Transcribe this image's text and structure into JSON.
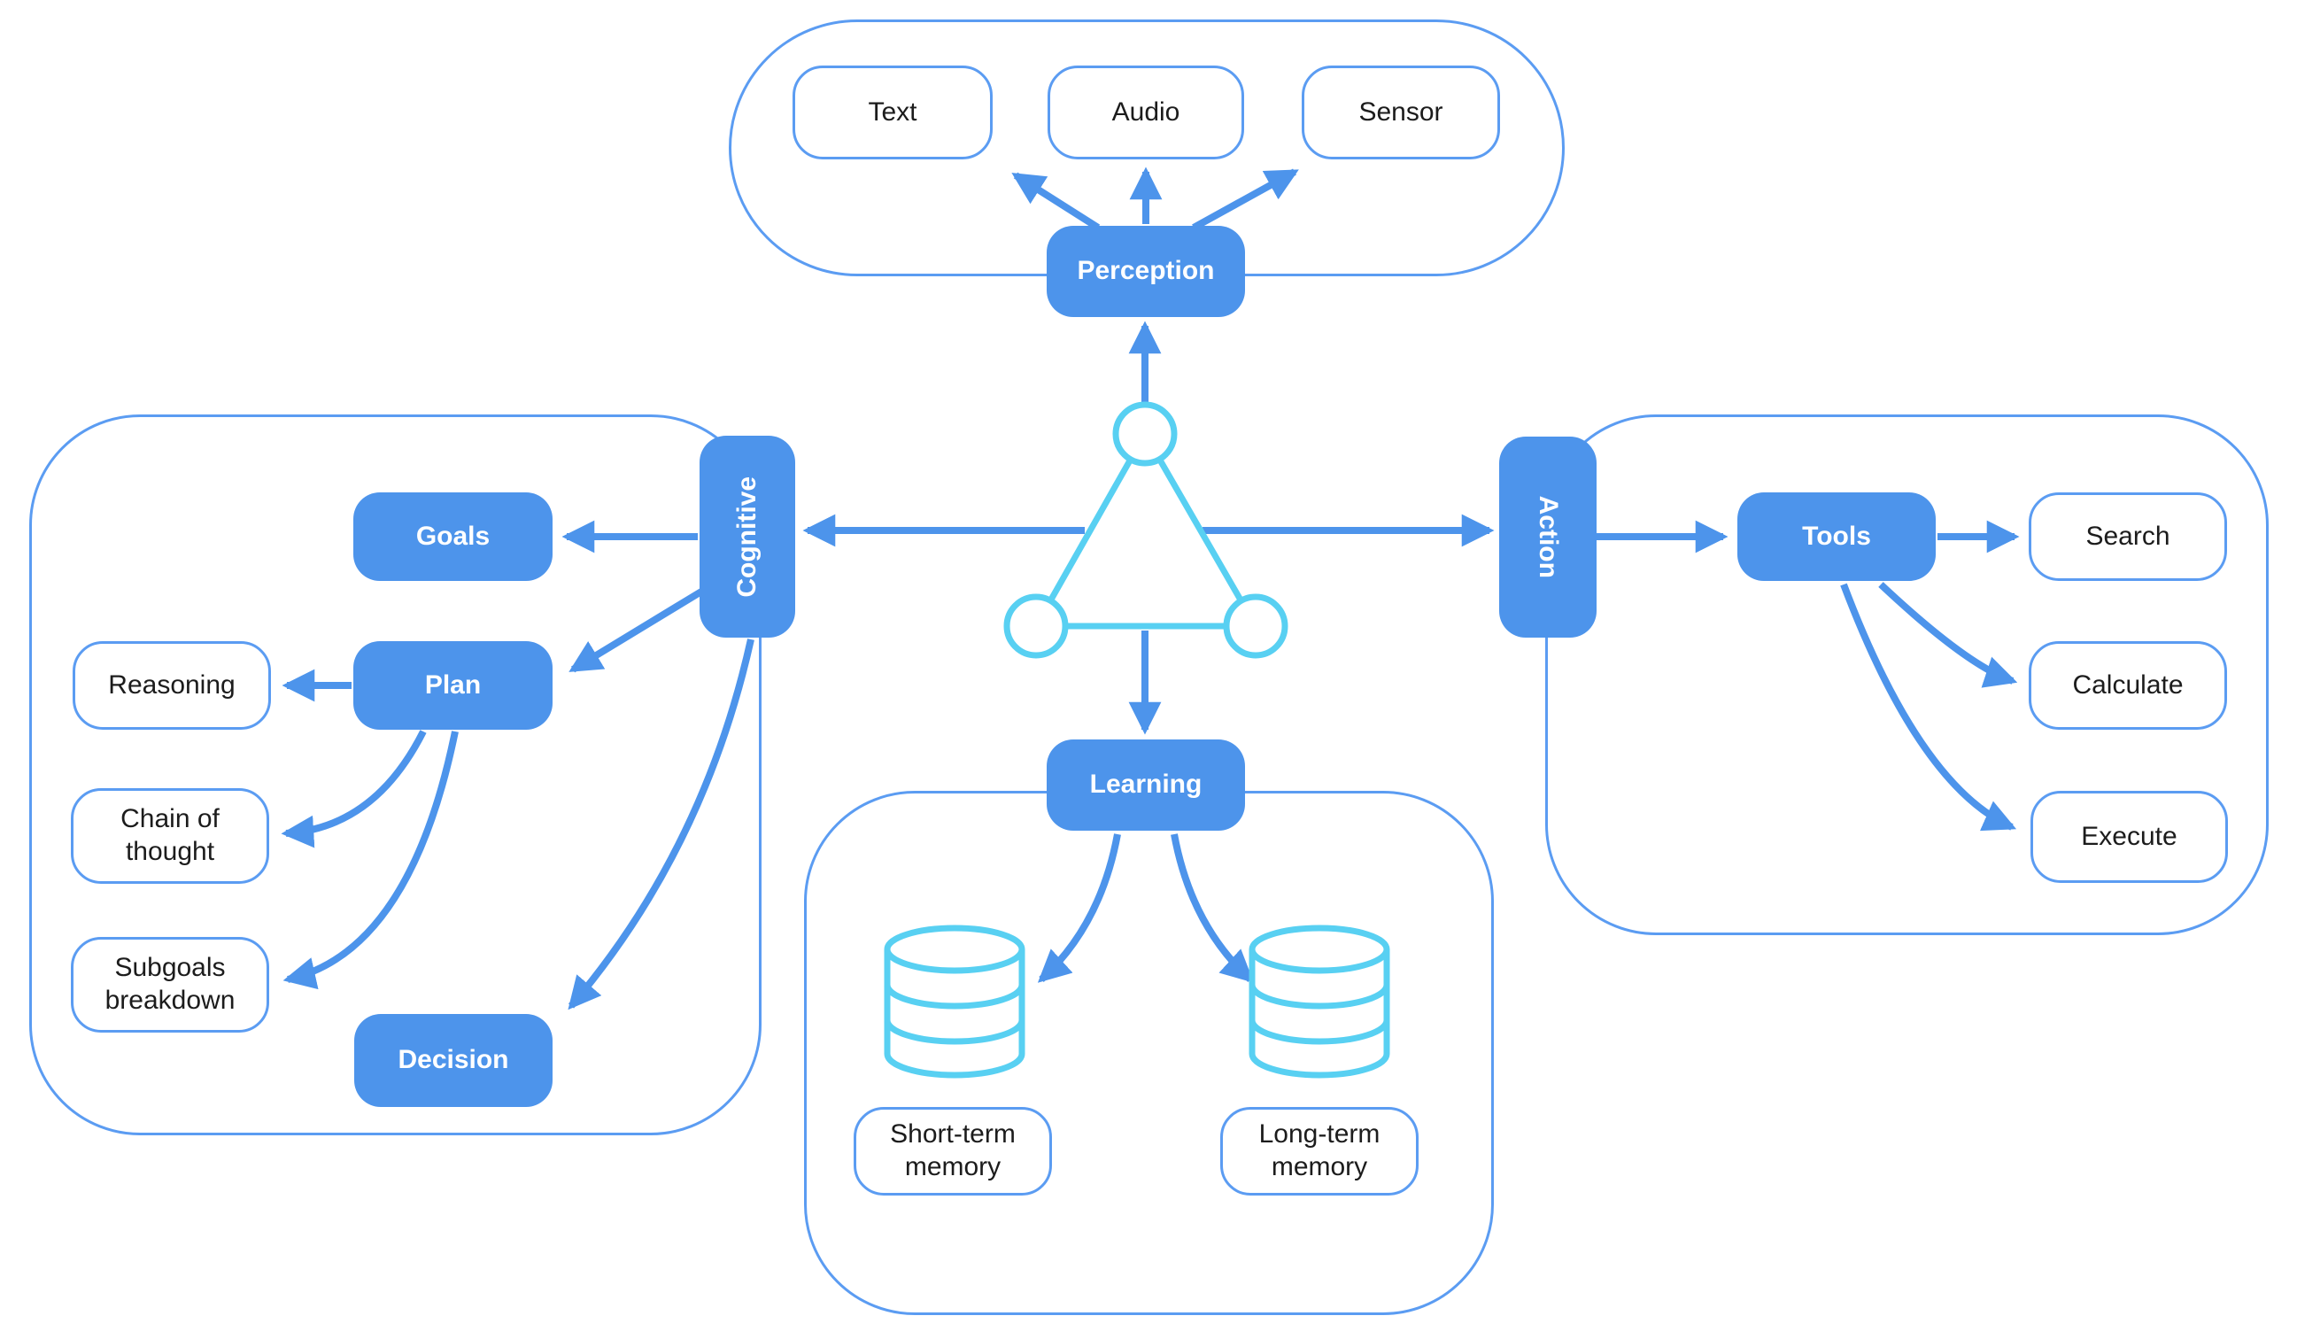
{
  "diagram": {
    "type": "flowchart",
    "colors": {
      "node_fill": "#4d94eb",
      "connector": "#4d94eb",
      "node_border": "#5b9cf2",
      "container_border": "#5b9cf2",
      "accent_cyan": "#58d0f2",
      "text_dark": "#1c1c1c",
      "text_light": "#ffffff",
      "background": "#ffffff"
    },
    "nodes": {
      "perception": "Perception",
      "text": "Text",
      "audio": "Audio",
      "sensor": "Sensor",
      "cognitive": "Cognitive",
      "goals": "Goals",
      "plan": "Plan",
      "reasoning": "Reasoning",
      "chain_of_thought": "Chain of thought",
      "subgoals_breakdown": "Subgoals breakdown",
      "decision": "Decision",
      "action": "Action",
      "tools": "Tools",
      "search": "Search",
      "calculate": "Calculate",
      "execute": "Execute",
      "learning": "Learning",
      "short_term_memory": "Short-term memory",
      "long_term_memory": "Long-term memory"
    },
    "icons": {
      "center": "agent-triangle-network-icon",
      "short_term": "database-cylinder-icon",
      "long_term": "database-cylinder-icon"
    },
    "edges": [
      {
        "from": "agent",
        "to": "perception"
      },
      {
        "from": "agent",
        "to": "cognitive"
      },
      {
        "from": "agent",
        "to": "action"
      },
      {
        "from": "agent",
        "to": "learning"
      },
      {
        "from": "perception",
        "to": "text"
      },
      {
        "from": "perception",
        "to": "audio"
      },
      {
        "from": "perception",
        "to": "sensor"
      },
      {
        "from": "cognitive",
        "to": "goals"
      },
      {
        "from": "cognitive",
        "to": "plan"
      },
      {
        "from": "cognitive",
        "to": "decision"
      },
      {
        "from": "plan",
        "to": "reasoning"
      },
      {
        "from": "plan",
        "to": "chain_of_thought"
      },
      {
        "from": "plan",
        "to": "subgoals_breakdown"
      },
      {
        "from": "action",
        "to": "tools"
      },
      {
        "from": "tools",
        "to": "search"
      },
      {
        "from": "tools",
        "to": "calculate"
      },
      {
        "from": "tools",
        "to": "execute"
      },
      {
        "from": "learning",
        "to": "short_term_memory"
      },
      {
        "from": "learning",
        "to": "long_term_memory"
      }
    ]
  }
}
